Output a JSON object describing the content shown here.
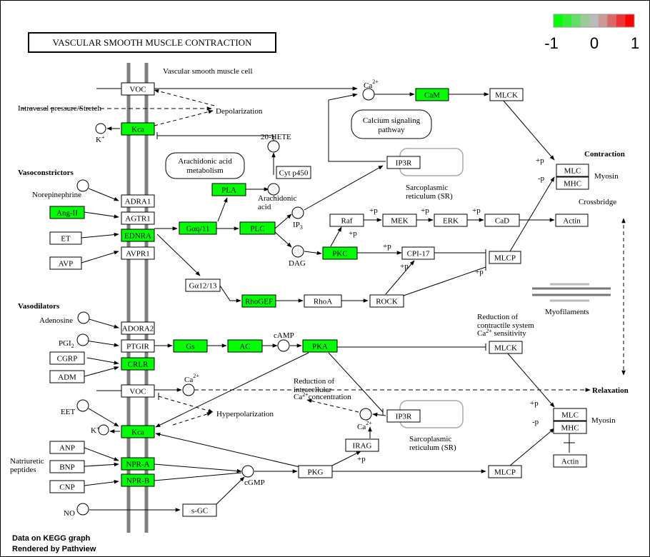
{
  "title": "VASCULAR SMOOTH MUSCLE CONTRACTION",
  "legend": {
    "min_label": "-1",
    "mid_label": "0",
    "max_label": "1",
    "colors": [
      "#00ff00",
      "#33ee33",
      "#66dd66",
      "#99cc99",
      "#bbbbbb",
      "#cc9999",
      "#dd6666",
      "#ee3333",
      "#ff0000"
    ]
  },
  "colors": {
    "down_regulated": "#00ff00",
    "neutral_box": "#ffffff",
    "membrane": "#7f7f7f",
    "myofilament": "#808080"
  },
  "footer": {
    "line1": "Data on KEGG graph",
    "line2": "Rendered by Pathview"
  },
  "nodes": {
    "voc1": "VOC",
    "kca1": "Kca",
    "adra1": "ADRA1",
    "agtr1": "AGTR1",
    "ednra": "EDNRA",
    "avpr1": "AVPR1",
    "adora2": "ADORA2",
    "ptgir": "PTGIR",
    "crlr": "CRLR",
    "voc2": "VOC",
    "kca2": "Kca",
    "npra": "NPR-A",
    "nprb": "NPR-B",
    "angii": "Ang-II",
    "et": "ET",
    "avp": "AVP",
    "cgrp": "CGRP",
    "adm": "ADM",
    "anp": "ANP",
    "bnp": "BNP",
    "cnp": "CNP",
    "pla": "PLA",
    "gaq": "Gαq/11",
    "plc": "PLC",
    "pkc": "PKC",
    "g1213": "Gα12/13",
    "rhogef": "RhoGEF",
    "rhoa": "RhoA",
    "rock": "ROCK",
    "cyp450": "Cyt p450",
    "cam": "CaM",
    "mlck1": "MLCK",
    "ip3r1": "IP3R",
    "raf": "Raf",
    "mek": "MEK",
    "erk": "ERK",
    "cad": "CaD",
    "cpi17": "CPI-17",
    "mlcp1": "MLCP",
    "mlc1": "MLC",
    "mhc1": "MHC",
    "actin1": "Actin",
    "gs": "Gs",
    "ac": "AC",
    "pka": "PKA",
    "mlck2": "MLCK",
    "ip3r2": "IP3R",
    "irag": "IRAG",
    "pkg": "PKG",
    "mlcp2": "MLCP",
    "sgc": "s-GC",
    "mlc2": "MLC",
    "mhc2": "MHC",
    "actin2": "Actin"
  },
  "labels": {
    "vsmc": "Vascular smooth muscle cell",
    "intravasal": "Intravasal pressure/Stretch",
    "depolarization": "Depolarization",
    "k1": "K",
    "k1_sup": "+",
    "hete": "20-HETE",
    "aa_metab_l1": "Arachidonic acid",
    "aa_metab_l2": "metabolism",
    "aa_l1": "Arachidonic",
    "aa_l2": "acid",
    "vasoconstrictors": "Vasoconstrictors",
    "norepinephrine": "Norepinephrine",
    "ca_top": "Ca",
    "ca_top_sup": "2+",
    "calcium_l1": "Calcium signaling",
    "calcium_l2": "pathway",
    "sr1_l1": "Sarcoplasmic",
    "sr1_l2": "reticulum (SR)",
    "ip3": "IP",
    "ip3_sub": "3",
    "dag": "DAG",
    "contraction": "Contraction",
    "myosin1": "Myosin",
    "crossbridge": "Crossbridge",
    "myofilaments": "Myofilaments",
    "vasodilators": "Vasodilators",
    "adenosine": "Adenosine",
    "pgi2": "PGI",
    "pgi2_sub": "2",
    "camp": "cAMP",
    "reduction1_l1": "Reduction of",
    "reduction1_l2": "contractile system",
    "reduction1_l3": "Ca",
    "reduction1_l3_sup": "2+",
    "reduction1_l3_end": " sensitivity",
    "relaxation": "Relaxation",
    "ca_mid": "Ca",
    "ca_mid_sup": "2+",
    "reduction2_l1": "Reduction of",
    "reduction2_l2": "intracellular",
    "reduction2_l3": "Ca",
    "reduction2_l3_sup": "2+",
    "reduction2_l3_end": "concentration",
    "hyperpolarization": "Hyperpolarization",
    "eet": "EET",
    "k2": "K",
    "k2_sup": "+",
    "ca_low": "Ca",
    "ca_low_sup": "2+",
    "sr2_l1": "Sarcoplasmic",
    "sr2_l2": "reticulum (SR)",
    "myosin2": "Myosin",
    "natriuretic_l1": "Natriuretic",
    "natriuretic_l2": "peptides",
    "cgmp": "cGMP",
    "no": "NO",
    "plus_p": "+p",
    "minus_p": "-p"
  }
}
